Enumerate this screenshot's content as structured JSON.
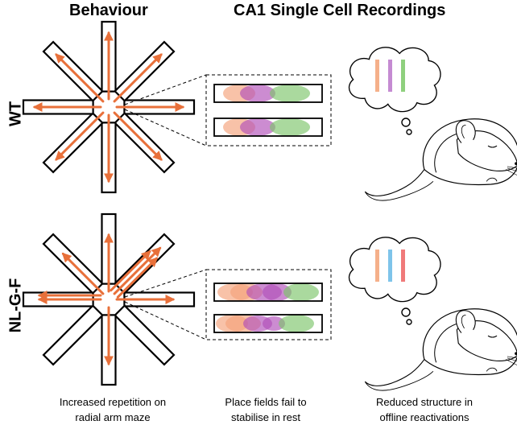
{
  "headers": {
    "behaviour": "Behaviour",
    "ca1": "CA1 Single Cell Recordings"
  },
  "rows": {
    "wt": "WT",
    "nlgf": "NL-G-F"
  },
  "captions": {
    "behaviour": [
      "Increased repetition on",
      "radial arm maze"
    ],
    "recordings": [
      "Place fields fail to",
      "stabilise in rest"
    ],
    "reactivations": [
      "Reduced structure in",
      "offline reactivations"
    ]
  },
  "colors": {
    "arrow": "#e8703a",
    "field_orange": "#f5a27a",
    "field_purple": "#b04fb8",
    "field_green": "#7cc46a",
    "bar_orange": "#f5b08a",
    "bar_purple": "#c58bd2",
    "bar_green": "#8fd07e",
    "bar_blue": "#7ec4ea",
    "bar_red": "#f07a7a",
    "outline": "#000000"
  },
  "reactivation_bars": {
    "wt": [
      "bar_orange",
      "bar_purple",
      "bar_green"
    ],
    "nlgf": [
      "bar_orange",
      "bar_blue",
      "bar_red"
    ]
  }
}
